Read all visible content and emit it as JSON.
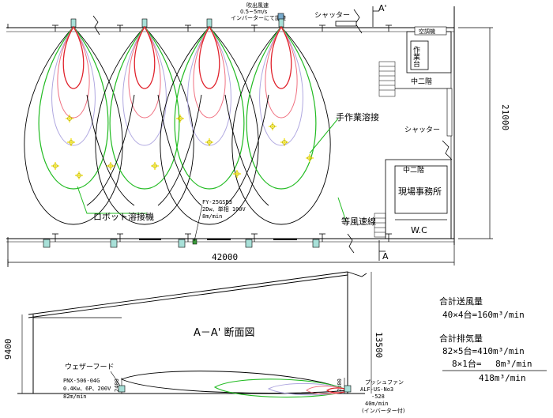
{
  "colors": {
    "black": "#000000",
    "green": "#22bb22",
    "red": "#e0222c",
    "pink": "#f07080",
    "lavender": "#b0a8e0",
    "yellow": "#f0e000",
    "olive": "#bcb000",
    "teal_fill": "#a8e0d8"
  },
  "plan": {
    "top_fan_label_line1": "吹出風速",
    "top_fan_label_line2": "0.5~5m/s",
    "top_fan_label_line3": "インバーターにて調整",
    "shutter_top": "シャッター",
    "shutter_right": "シャッター",
    "section_mark_top": "A'",
    "section_mark_bottom": "A",
    "room_small_label": "空調機",
    "room_sagyo": "作業台",
    "mezzanine_upper": "中二階",
    "mezzanine_lower": "中二階",
    "site_office": "現場事務所",
    "wc": "W.C",
    "label_manual_welding": "手作業溶接",
    "label_robot_welding": "ロボット溶接機",
    "label_iso_wind": "等風速線",
    "fan_spec_line1": "FY-25GSB3",
    "fan_spec_line2": "2Dw、単相 100V",
    "fan_spec_line3": "8m/min",
    "dim_width": "42000",
    "dim_height": "21000"
  },
  "section": {
    "title": "A－A' 断面図",
    "dim_height_left": "9400",
    "dim_height_right": "13500",
    "dim_small_left": "2400",
    "dim_small_right": "2300",
    "weather_hood": "ウェザーフード",
    "fan_left_line1": "PNX-506-04G",
    "fan_left_line2": "0.4Kw、6P、200V",
    "fan_left_line3": "82m/min",
    "fan_right_line1": "プッシュファン",
    "fan_right_line2": "ALF-US-No3",
    "fan_right_line3": "-528",
    "fan_right_line4": "40m/min",
    "fan_right_line5": "(インバーター付)"
  },
  "totals": {
    "supply_title": "合計送風量",
    "supply_formula": "40×4台=160m³/min",
    "exhaust_title": "合計排気量",
    "exhaust_formula1": "82×5台=410m³/min",
    "exhaust_formula2": "8×1台=　 8m³/min",
    "exhaust_total": "418m³/min"
  }
}
